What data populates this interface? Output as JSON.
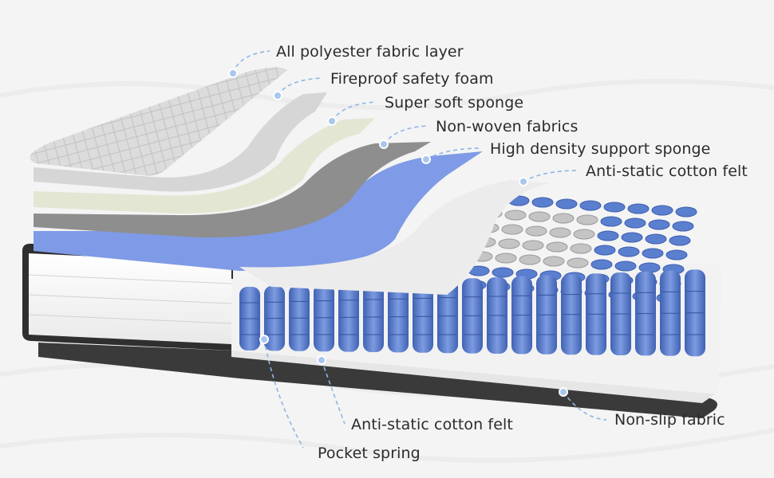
{
  "labels": {
    "polyester": "All polyester fabric layer",
    "fireproof": "Fireproof safety foam",
    "soft_sponge": "Super soft sponge",
    "non_woven": "Non-woven fabrics",
    "hd_sponge": "High density support sponge",
    "felt_top": "Anti-static cotton felt",
    "felt_bottom": "Anti-static cotton felt",
    "pocket_spring": "Pocket spring",
    "non_slip": "Non-slip fabric"
  },
  "colors": {
    "background": "#f4f4f4",
    "spring_blue": "#5b7fcf",
    "spring_grey": "#b9b9b9",
    "layer_blue": "#7f9ae6",
    "layer_dark_grey": "#8e8e8e",
    "layer_cream": "#e4e6d4",
    "layer_light_grey": "#d6d6d6",
    "quilt_top": "#d9d9d9",
    "leader_line": "#8fb4e6",
    "base_black": "#333333"
  }
}
